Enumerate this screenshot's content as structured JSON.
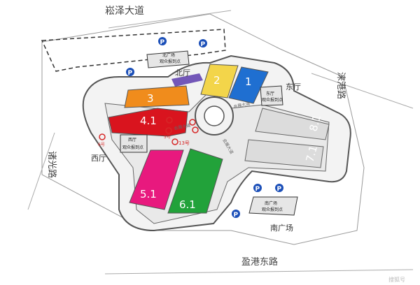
{
  "roads": {
    "north": "崧泽大道",
    "east": "涞港路",
    "south": "盈港东路",
    "west": "诸光路"
  },
  "areas": {
    "north_hall": "北厅",
    "east_hall": "东厅",
    "west_hall": "西厅",
    "south_square": "南广场"
  },
  "checkpoints": {
    "north": "北广场观众报到点",
    "east": "东厅观众报到点",
    "west": "西厅观众报到点",
    "south": "南广场观众报到点"
  },
  "halls": [
    {
      "label": "1",
      "color": "#1f6fd1"
    },
    {
      "label": "2",
      "color": "#f3d54a"
    },
    {
      "label": "3",
      "color": "#f08c1c"
    },
    {
      "label": "4.1",
      "color": "#d9141e"
    },
    {
      "label": "5.1",
      "color": "#e8197e"
    },
    {
      "label": "6.1",
      "color": "#22a23a"
    },
    {
      "label": "7.1",
      "color": "#dcdcdc"
    },
    {
      "label": "8.1",
      "color": "#dcdcdc"
    }
  ],
  "interior_roads": {
    "east_avenue": "会展大道",
    "west_avenue": "会展大道",
    "south_avenue": "会展大道"
  },
  "gates": {
    "g6": "6号",
    "g5": "5号",
    "g13": "13号"
  },
  "parking_label": "P",
  "colors": {
    "parking": "#1b4fb8",
    "gate": "#d62828",
    "north_hall_roof": "#7357b8",
    "building_outline": "#555555"
  },
  "watermark": "搜狐号"
}
